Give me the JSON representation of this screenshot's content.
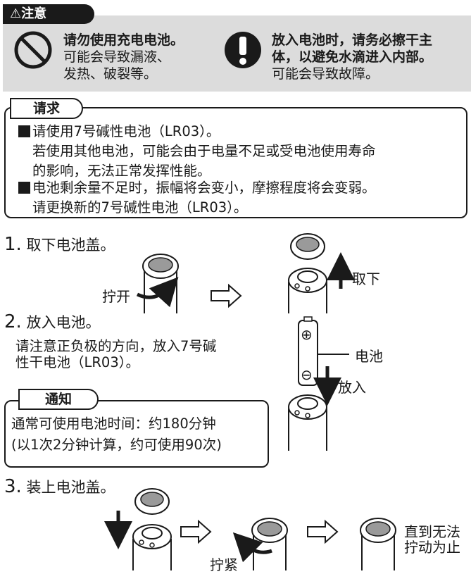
{
  "caution": {
    "tab_label": "⚠注意",
    "left": {
      "bold": "请勿使用充电电池。",
      "lines": [
        "可能会导致漏液、",
        "发热、破裂等。"
      ]
    },
    "right": {
      "bold_lines": [
        "放入电池时，请务必擦干主",
        "体，以避免水滴进入内部。"
      ],
      "line": "可能会导致故障。"
    }
  },
  "request": {
    "tab_label": "请求",
    "lines": [
      "请使用7号碱性电池（LR03）。",
      "若使用其他电池，可能会由于电量不足或受电池使用寿命",
      "的影响，无法正常发挥性能。",
      "电池剩余量不足时，振幅将会变小，摩擦程度将会变弱。",
      "请更换新的7号碱性电池（LR03）。"
    ]
  },
  "steps": [
    {
      "number": "1.",
      "title": "取下电池盖。"
    },
    {
      "number": "2.",
      "title": "放入电池。"
    },
    {
      "number": "3.",
      "title": "装上电池盖。"
    }
  ],
  "step2_text": [
    "请注意正负极的方向，放入7号碱",
    "性干电池（LR03）。"
  ],
  "notice": {
    "tab_label": "通知",
    "lines": [
      "通常可使用电池时间：约180分钟",
      "(以1次2分钟计算，约可使用90次)"
    ]
  },
  "labels": {
    "twist_open": "拧开",
    "remove": "取下",
    "battery": "电池",
    "insert": "放入",
    "tighten": "拧紧",
    "until_end": [
      "直到无法",
      "拧动为止"
    ]
  },
  "battery_marks": {
    "plus": "⊕",
    "minus": "⊖"
  },
  "colors": {
    "ink": "#1a1a1a",
    "panel_gray": "#dcdcdc",
    "cap_gray": "#9a9a9a"
  }
}
